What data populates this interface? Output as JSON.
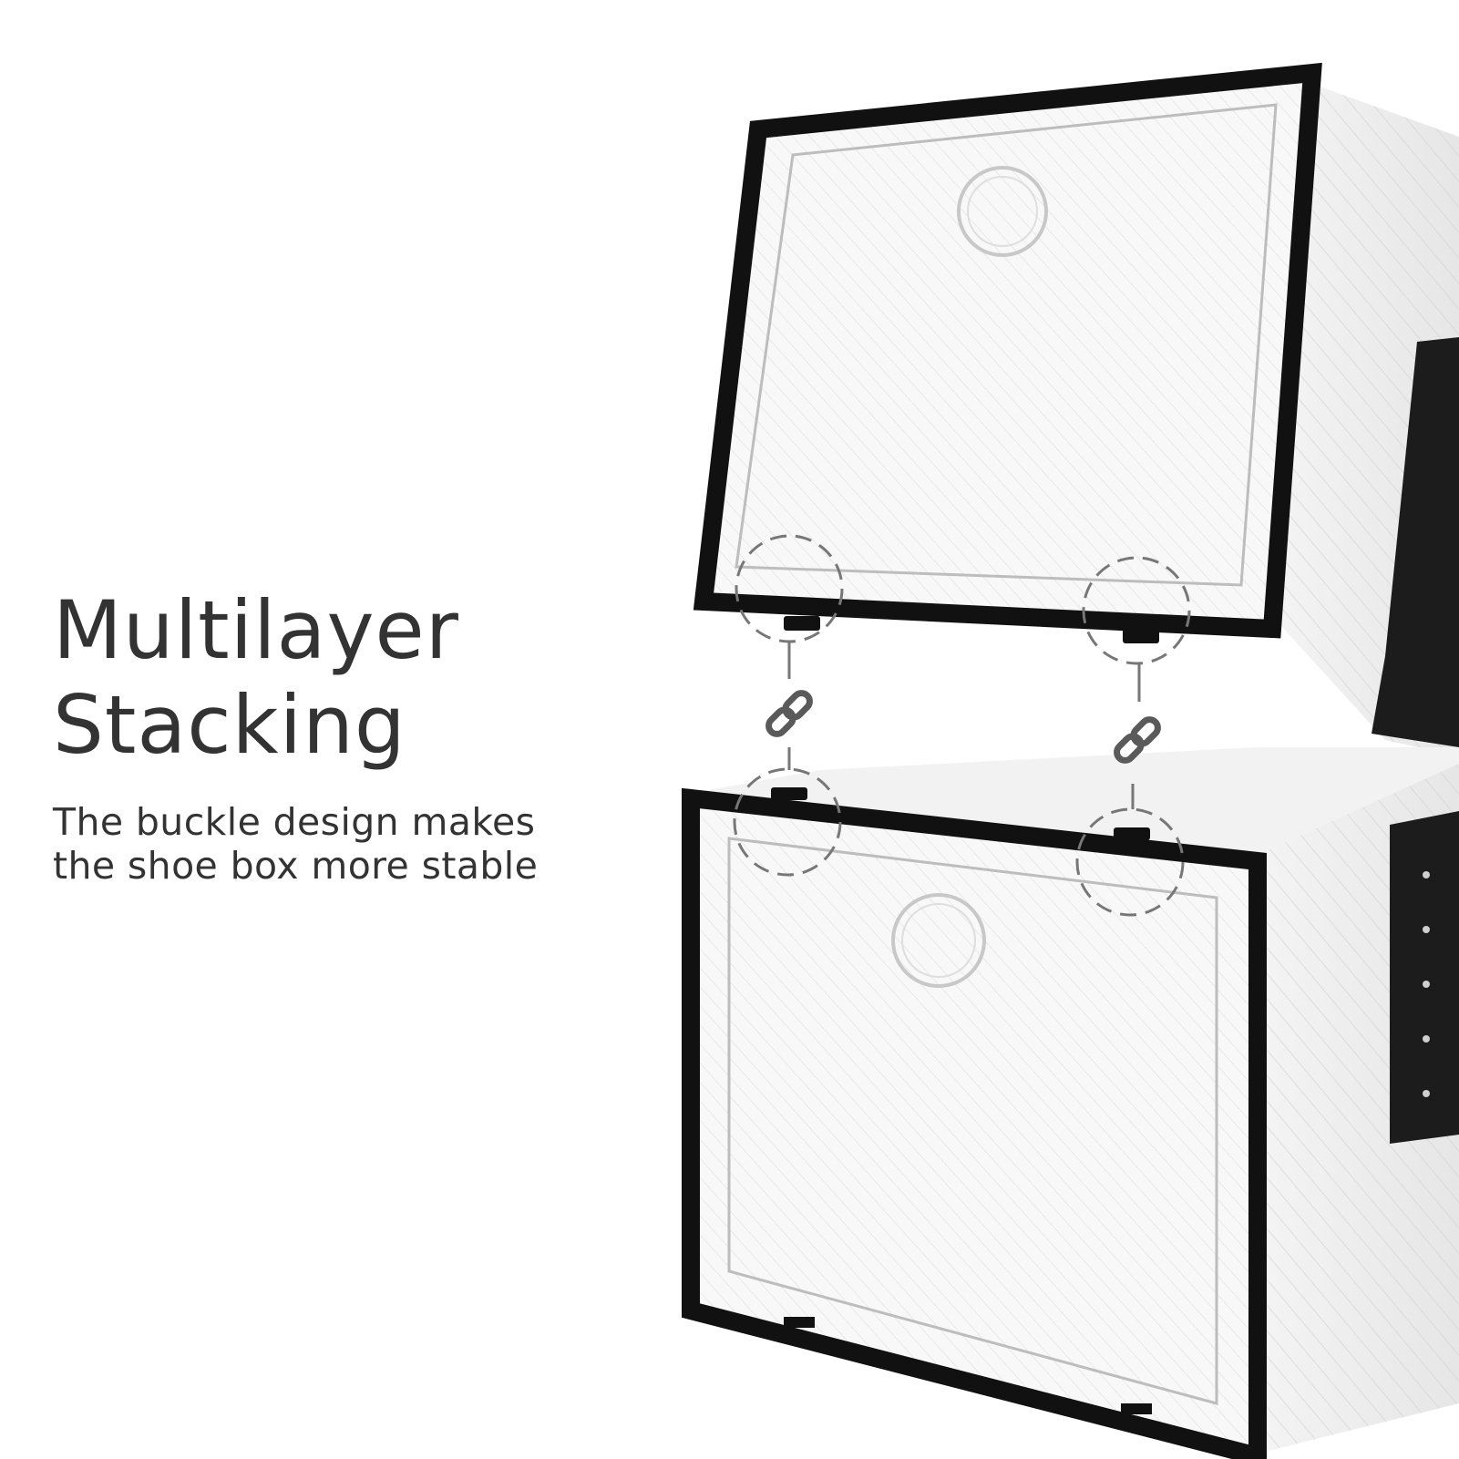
{
  "headline": {
    "line1": "Multilayer",
    "line2": "Stacking"
  },
  "subheadline": {
    "line1": "The buckle design makes",
    "line2": "the shoe box more stable"
  },
  "colors": {
    "text": "#333333",
    "frame": "#111111",
    "callout": "#777777",
    "link_icon": "#5a5a5a",
    "box_body": "#f6f6f6",
    "box_stripes": "#cfcfcf"
  },
  "icons": [
    "chain-link-icon",
    "chain-link-icon"
  ]
}
